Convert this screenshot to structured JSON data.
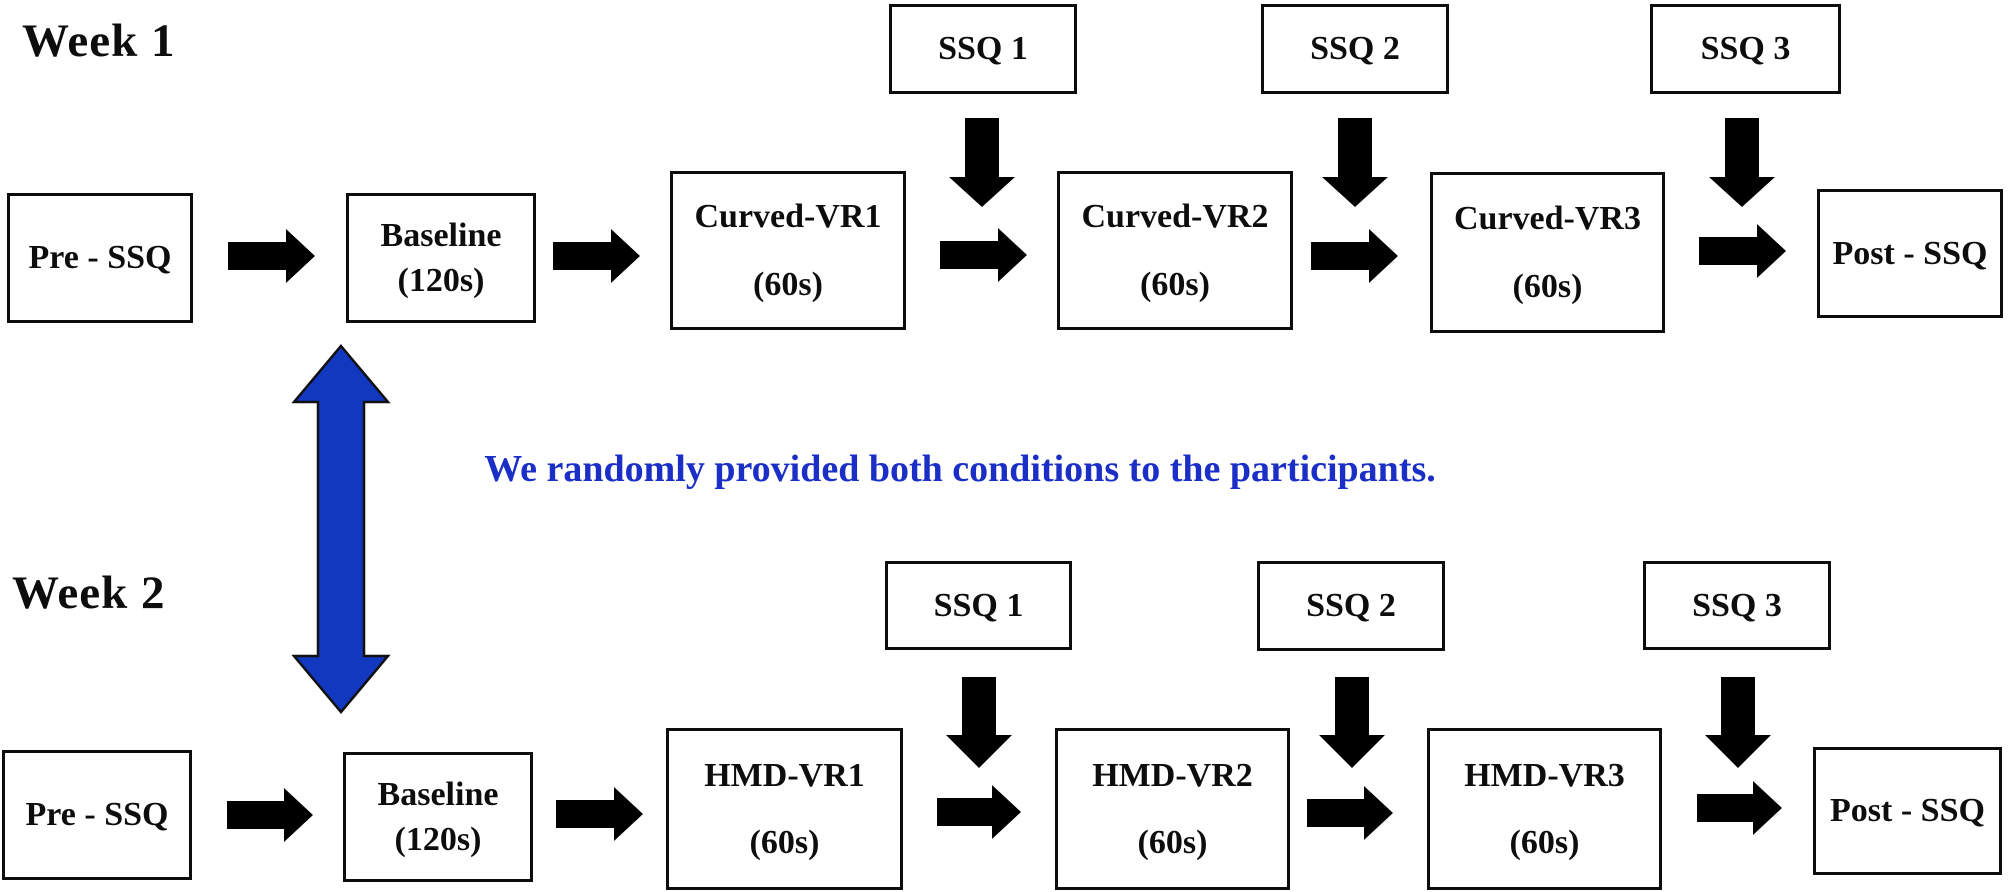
{
  "diagram": {
    "note": {
      "text": "We randomly provided both conditions to the participants.",
      "color": "#1b2ec6"
    },
    "colors": {
      "double_arrow_blue": "#1238bf",
      "arrow_black": "#000000",
      "box_border": "#0d0d0d"
    },
    "week1": {
      "label": "Week 1",
      "ssq_boxes": [
        "SSQ 1",
        "SSQ 2",
        "SSQ 3"
      ],
      "flow": [
        {
          "title": "Pre - SSQ"
        },
        {
          "title": "Baseline",
          "subtitle": "(120s)"
        },
        {
          "title": "Curved-VR1",
          "subtitle": "(60s)"
        },
        {
          "title": "Curved-VR2",
          "subtitle": "(60s)"
        },
        {
          "title": "Curved-VR3",
          "subtitle": "(60s)"
        },
        {
          "title": "Post - SSQ"
        }
      ]
    },
    "week2": {
      "label": "Week 2",
      "ssq_boxes": [
        "SSQ 1",
        "SSQ 2",
        "SSQ 3"
      ],
      "flow": [
        {
          "title": "Pre - SSQ"
        },
        {
          "title": "Baseline",
          "subtitle": "(120s)"
        },
        {
          "title": "HMD-VR1",
          "subtitle": "(60s)"
        },
        {
          "title": "HMD-VR2",
          "subtitle": "(60s)"
        },
        {
          "title": "HMD-VR3",
          "subtitle": "(60s)"
        },
        {
          "title": "Post - SSQ"
        }
      ]
    }
  }
}
